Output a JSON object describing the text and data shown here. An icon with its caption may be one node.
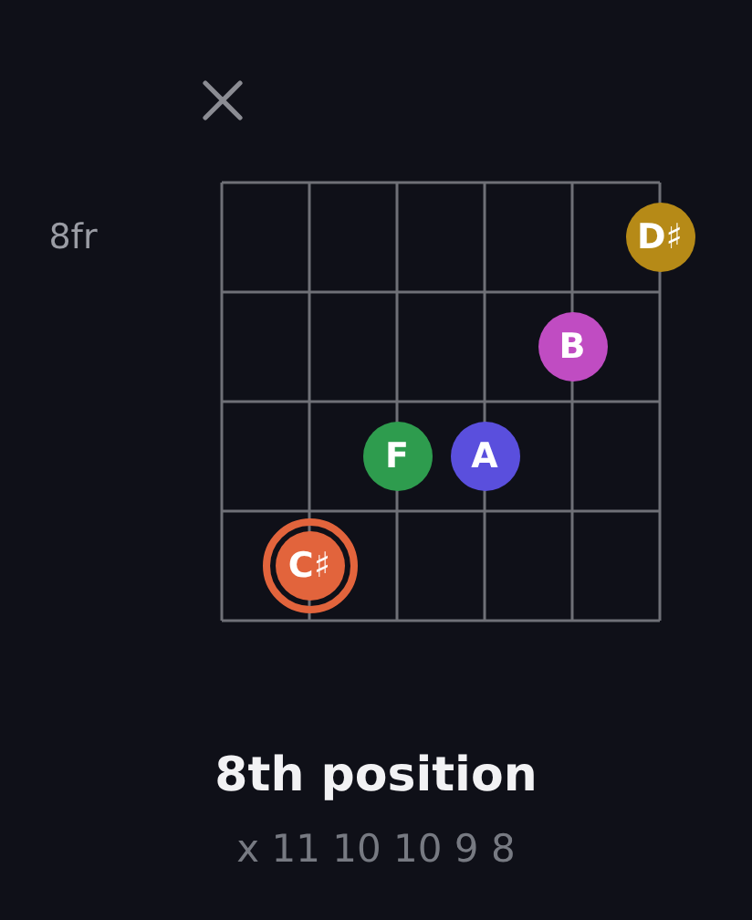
{
  "diagram": {
    "title": "8th position",
    "caption": "x 11 10 10 9 8",
    "nodes": [
      {
        "text": [
          "D♯"
        ]
      },
      {
        "text": [
          "B"
        ]
      },
      {
        "text": [
          "F"
        ]
      },
      {
        "text": [
          "A"
        ]
      },
      {
        "text": [
          "C♯"
        ]
      }
    ],
    "labels": [
      "8fr"
    ]
  }
}
